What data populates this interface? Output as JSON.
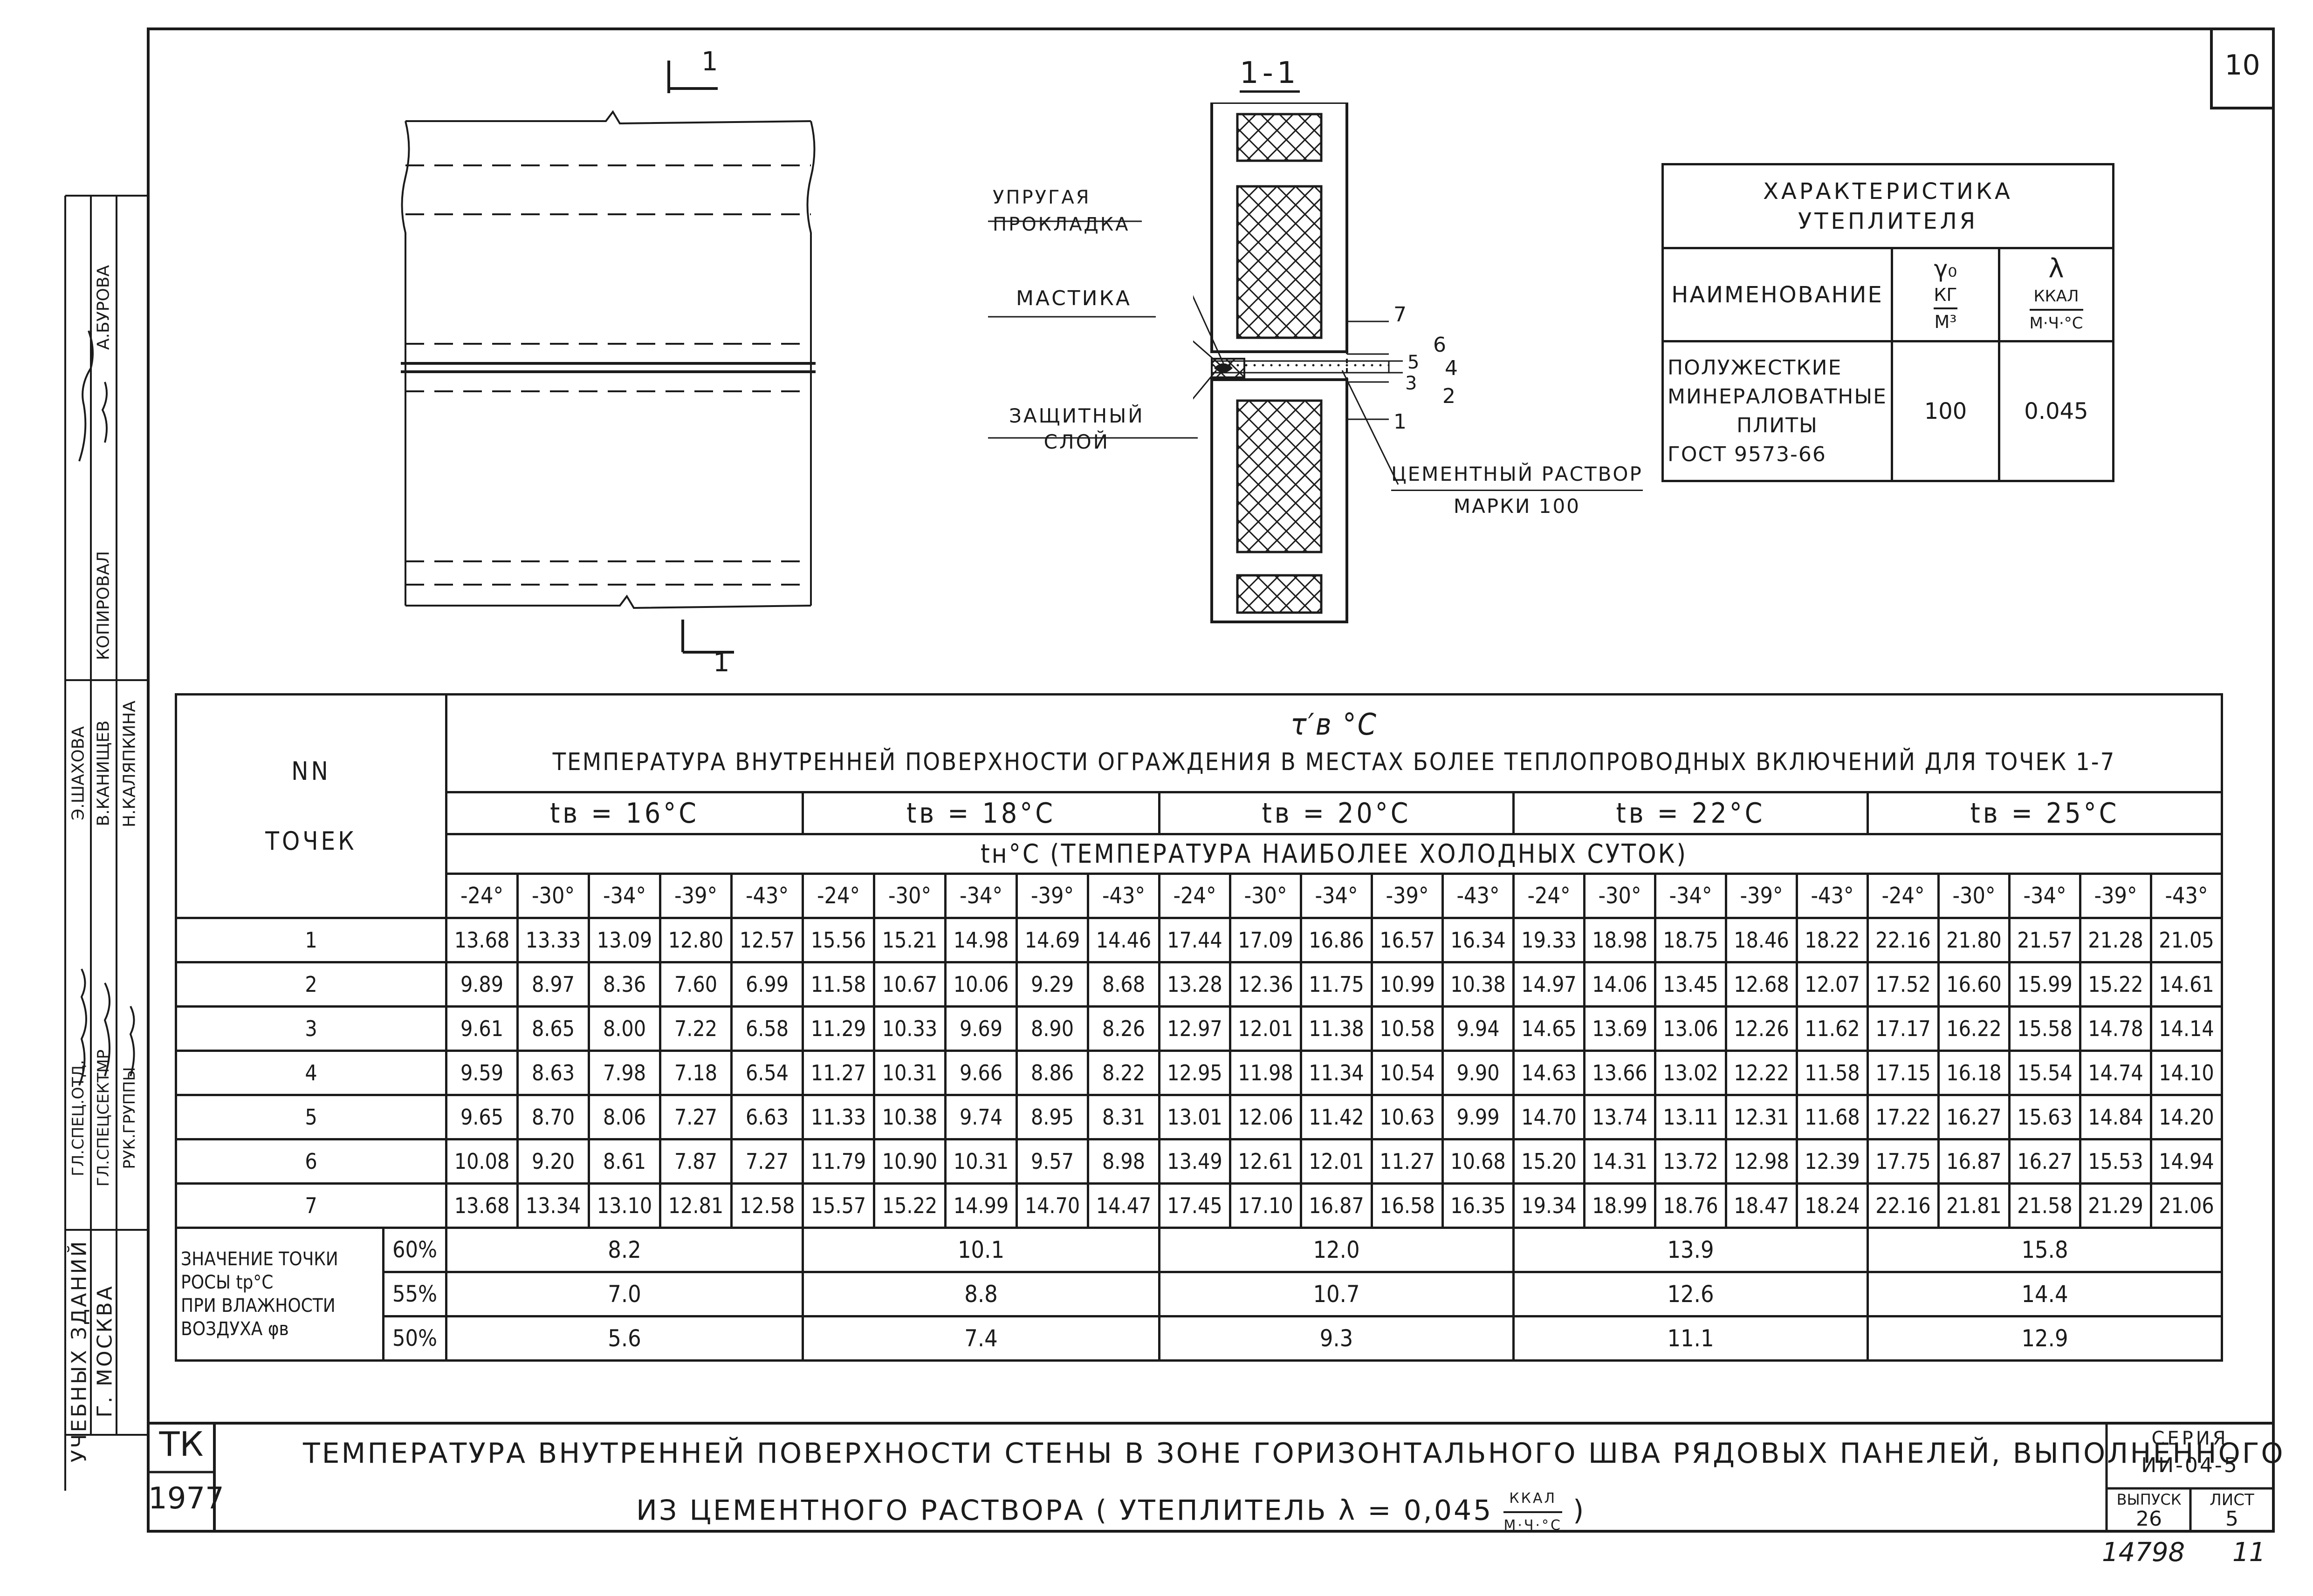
{
  "sheet": {
    "sheet_number": "10",
    "archive_number": "14798",
    "archive_suffix": "11"
  },
  "section_marks": {
    "top_mark": "1",
    "bottom_mark": "1",
    "section_title": "1-1"
  },
  "detail_labels": {
    "elastic_gasket": [
      "УПРУГАЯ",
      "ПРОКЛАДКА"
    ],
    "mastic": "МАСТИКА",
    "protective_layer": [
      "ЗАЩИТНЫЙ",
      "СЛОЙ"
    ],
    "cement_mortar": [
      "ЦЕМЕНТНЫЙ РАСТВОР",
      "МАРКИ 100"
    ],
    "point_numbers": [
      "7",
      "6",
      "5",
      "4",
      "3",
      "2",
      "1"
    ]
  },
  "insulation": {
    "title": [
      "ХАРАКТЕРИСТИКА",
      "УТЕПЛИТЕЛЯ"
    ],
    "col_name": "НАИМЕНОВАНИЕ",
    "col_density_symbol": "γ₀",
    "col_density_num": "КГ",
    "col_density_den": "М³",
    "col_lambda_symbol": "λ",
    "col_lambda_num": "ККАЛ",
    "col_lambda_den": "М·Ч·°С",
    "material": [
      "ПОЛУЖЕСТКИЕ",
      "МИНЕРАЛОВАТНЫЕ",
      "ПЛИТЫ",
      "ГОСТ 9573-66"
    ],
    "density": "100",
    "lambda": "0.045"
  },
  "table": {
    "nn_label": "NN",
    "points_label": "ТОЧЕК",
    "symbol": "τ′в  °С",
    "main_header": "ТЕМПЕРАТУРА ВНУТРЕННЕЙ ПОВЕРХНОСТИ ОГРАЖДЕНИЯ В МЕСТАХ БОЛЕЕ ТЕПЛОПРОВОДНЫХ ВКЛЮЧЕНИЙ ДЛЯ ТОЧЕК 1-7",
    "tb_groups": [
      "tв = 16°С",
      "tв = 18°С",
      "tв = 20°С",
      "tв = 22°С",
      "tв = 25°С"
    ],
    "tn_header": "tн°С (ТЕМПЕРАТУРА НАИБОЛЕЕ ХОЛОДНЫХ СУТОК)",
    "tn_values": [
      "-24°",
      "-30°",
      "-34°",
      "-39°",
      "-43°"
    ],
    "rows": [
      {
        "point": "1",
        "values": [
          "13.68",
          "13.33",
          "13.09",
          "12.80",
          "12.57",
          "15.56",
          "15.21",
          "14.98",
          "14.69",
          "14.46",
          "17.44",
          "17.09",
          "16.86",
          "16.57",
          "16.34",
          "19.33",
          "18.98",
          "18.75",
          "18.46",
          "18.22",
          "22.16",
          "21.80",
          "21.57",
          "21.28",
          "21.05"
        ]
      },
      {
        "point": "2",
        "values": [
          "9.89",
          "8.97",
          "8.36",
          "7.60",
          "6.99",
          "11.58",
          "10.67",
          "10.06",
          "9.29",
          "8.68",
          "13.28",
          "12.36",
          "11.75",
          "10.99",
          "10.38",
          "14.97",
          "14.06",
          "13.45",
          "12.68",
          "12.07",
          "17.52",
          "16.60",
          "15.99",
          "15.22",
          "14.61"
        ]
      },
      {
        "point": "3",
        "values": [
          "9.61",
          "8.65",
          "8.00",
          "7.22",
          "6.58",
          "11.29",
          "10.33",
          "9.69",
          "8.90",
          "8.26",
          "12.97",
          "12.01",
          "11.38",
          "10.58",
          "9.94",
          "14.65",
          "13.69",
          "13.06",
          "12.26",
          "11.62",
          "17.17",
          "16.22",
          "15.58",
          "14.78",
          "14.14"
        ]
      },
      {
        "point": "4",
        "values": [
          "9.59",
          "8.63",
          "7.98",
          "7.18",
          "6.54",
          "11.27",
          "10.31",
          "9.66",
          "8.86",
          "8.22",
          "12.95",
          "11.98",
          "11.34",
          "10.54",
          "9.90",
          "14.63",
          "13.66",
          "13.02",
          "12.22",
          "11.58",
          "17.15",
          "16.18",
          "15.54",
          "14.74",
          "14.10"
        ]
      },
      {
        "point": "5",
        "values": [
          "9.65",
          "8.70",
          "8.06",
          "7.27",
          "6.63",
          "11.33",
          "10.38",
          "9.74",
          "8.95",
          "8.31",
          "13.01",
          "12.06",
          "11.42",
          "10.63",
          "9.99",
          "14.70",
          "13.74",
          "13.11",
          "12.31",
          "11.68",
          "17.22",
          "16.27",
          "15.63",
          "14.84",
          "14.20"
        ]
      },
      {
        "point": "6",
        "values": [
          "10.08",
          "9.20",
          "8.61",
          "7.87",
          "7.27",
          "11.79",
          "10.90",
          "10.31",
          "9.57",
          "8.98",
          "13.49",
          "12.61",
          "12.01",
          "11.27",
          "10.68",
          "15.20",
          "14.31",
          "13.72",
          "12.98",
          "12.39",
          "17.75",
          "16.87",
          "16.27",
          "15.53",
          "14.94"
        ]
      },
      {
        "point": "7",
        "values": [
          "13.68",
          "13.34",
          "13.10",
          "12.81",
          "12.58",
          "15.57",
          "15.22",
          "14.99",
          "14.70",
          "14.47",
          "17.45",
          "17.10",
          "16.87",
          "16.58",
          "16.35",
          "19.34",
          "18.99",
          "18.76",
          "18.47",
          "18.24",
          "22.16",
          "21.81",
          "21.58",
          "21.29",
          "21.06"
        ]
      }
    ],
    "dew_label": [
      "ЗНАЧЕНИЕ ТОЧКИ",
      "РОСЫ tр°С",
      "ПРИ ВЛАЖНОСТИ",
      "ВОЗДУХА φв"
    ],
    "dew_rows": [
      {
        "humidity": "60%",
        "values": [
          "8.2",
          "10.1",
          "12.0",
          "13.9",
          "15.8"
        ]
      },
      {
        "humidity": "55%",
        "values": [
          "7.0",
          "8.8",
          "10.7",
          "12.6",
          "14.4"
        ]
      },
      {
        "humidity": "50%",
        "values": [
          "5.6",
          "7.4",
          "9.3",
          "11.1",
          "12.9"
        ]
      }
    ]
  },
  "title_block": {
    "org": "ТК",
    "year": "1977",
    "title_line1": "ТЕМПЕРАТУРА ВНУТРЕННЕЙ ПОВЕРХНОСТИ СТЕНЫ В ЗОНЕ ГОРИЗОНТАЛЬНОГО ШВА РЯДОВЫХ ПАНЕЛЕЙ, ВЫПОЛНЕННОГО",
    "title_line2": "ИЗ ЦЕМЕНТНОГО РАСТВОРА ( УТЕПЛИТЕЛЬ λ = 0,045",
    "title_unit_num": "ККАЛ",
    "title_unit_den": "М·Ч·°С",
    "title_close": ")",
    "series_label": "СЕРИЯ",
    "series_value": "ИИ-04-5",
    "issue_label": "ВЫПУСК",
    "issue_value": "26",
    "sheet_label": "ЛИСТ",
    "sheet_value": "5"
  },
  "side_stamp": {
    "institute": [
      "УЧЕБНЫХ ЗДАНИЙ",
      "Г. МОСКВА"
    ],
    "positions": [
      "ГЛ.СПЕЦ.ОТД.",
      "ГЛ.СПЕЦСЕКТМР",
      "РУК.ГРУППЫ"
    ],
    "names": [
      "Э.ШАХОВА",
      "В.КАНИЩЕВ",
      "Н.КАЛЯПКИНА"
    ],
    "extra_positions": [
      "КОПИРОВАЛ"
    ],
    "extra_names": [
      "А.БУРОВА"
    ]
  }
}
